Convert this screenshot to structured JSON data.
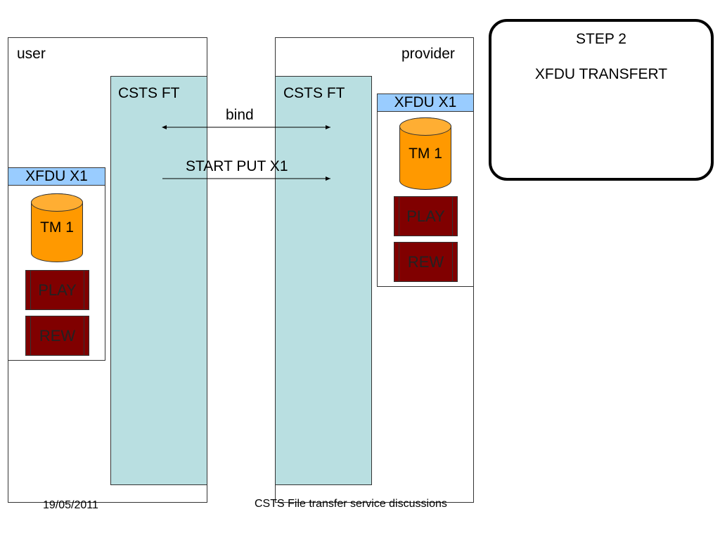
{
  "user": {
    "label": "user",
    "csts_label": "CSTS FT",
    "xfdu": {
      "title": "XFDU X1",
      "tm_label": "TM 1",
      "play_label": "PLAY",
      "rew_label": "REW"
    }
  },
  "provider": {
    "label": "provider",
    "csts_label": "CSTS FT",
    "xfdu": {
      "title": "XFDU X1",
      "tm_label": "TM 1",
      "play_label": "PLAY",
      "rew_label": "REW"
    }
  },
  "messages": {
    "bind": "bind",
    "start_put": "START PUT X1"
  },
  "step": {
    "title": "STEP 2",
    "subtitle": "XFDU TRANSFERT"
  },
  "footer": {
    "date": "19/05/2011",
    "caption": "CSTS File transfer service discussions"
  },
  "colors": {
    "csts_fill": "#b9dfe1",
    "xfdu_header": "#99ccff",
    "tm_fill": "#ff9900",
    "button_fill": "#800000"
  }
}
